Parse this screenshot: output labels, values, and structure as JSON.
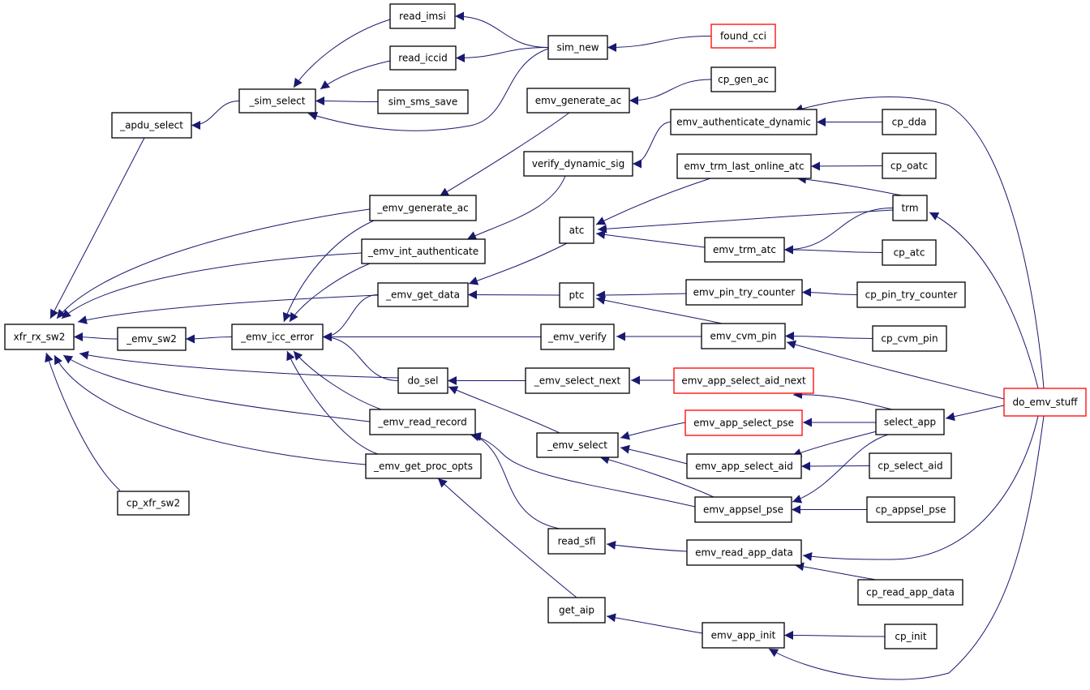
{
  "diagram": {
    "colors": {
      "edge": "#191970",
      "node_border": "#000000",
      "node_border_truncated": "#ff0000",
      "root_fill": "#bfbfbf",
      "node_fill": "#ffffff"
    },
    "root": "xfr_rx_sw2",
    "nodes": [
      {
        "id": "xfr_rx_sw2",
        "label": "xfr_rx_sw2",
        "root": true
      },
      {
        "id": "_apdu_select",
        "label": "_apdu_select"
      },
      {
        "id": "_emv_sw2",
        "label": "_emv_sw2"
      },
      {
        "id": "cp_xfr_sw2",
        "label": "cp_xfr_sw2"
      },
      {
        "id": "_sim_select",
        "label": "_sim_select"
      },
      {
        "id": "_emv_icc_error",
        "label": "_emv_icc_error"
      },
      {
        "id": "read_imsi",
        "label": "read_imsi"
      },
      {
        "id": "read_iccid",
        "label": "read_iccid"
      },
      {
        "id": "sim_sms_save",
        "label": "sim_sms_save"
      },
      {
        "id": "_emv_generate_ac",
        "label": "_emv_generate_ac"
      },
      {
        "id": "_emv_int_authenticate",
        "label": "_emv_int_authenticate"
      },
      {
        "id": "_emv_get_data",
        "label": "_emv_get_data"
      },
      {
        "id": "do_sel",
        "label": "do_sel"
      },
      {
        "id": "_emv_read_record",
        "label": "_emv_read_record"
      },
      {
        "id": "_emv_get_proc_opts",
        "label": "_emv_get_proc_opts"
      },
      {
        "id": "sim_new",
        "label": "sim_new"
      },
      {
        "id": "emv_generate_ac",
        "label": "emv_generate_ac"
      },
      {
        "id": "verify_dynamic_sig",
        "label": "verify_dynamic_sig"
      },
      {
        "id": "atc",
        "label": "atc"
      },
      {
        "id": "ptc",
        "label": "ptc"
      },
      {
        "id": "_emv_verify",
        "label": "_emv_verify"
      },
      {
        "id": "_emv_select_next",
        "label": "_emv_select_next"
      },
      {
        "id": "_emv_select",
        "label": "_emv_select"
      },
      {
        "id": "read_sfi",
        "label": "read_sfi"
      },
      {
        "id": "get_aip",
        "label": "get_aip"
      },
      {
        "id": "found_cci",
        "label": "found_cci",
        "truncated": true
      },
      {
        "id": "cp_gen_ac",
        "label": "cp_gen_ac"
      },
      {
        "id": "emv_authenticate_dynamic",
        "label": "emv_authenticate_dynamic"
      },
      {
        "id": "emv_trm_last_online_atc",
        "label": "emv_trm_last_online_atc"
      },
      {
        "id": "emv_trm_atc",
        "label": "emv_trm_atc"
      },
      {
        "id": "emv_pin_try_counter",
        "label": "emv_pin_try_counter"
      },
      {
        "id": "emv_cvm_pin",
        "label": "emv_cvm_pin"
      },
      {
        "id": "emv_app_select_aid_next",
        "label": "emv_app_select_aid_next",
        "truncated": true
      },
      {
        "id": "emv_app_select_pse",
        "label": "emv_app_select_pse",
        "truncated": true
      },
      {
        "id": "emv_app_select_aid",
        "label": "emv_app_select_aid"
      },
      {
        "id": "emv_appsel_pse",
        "label": "emv_appsel_pse"
      },
      {
        "id": "emv_read_app_data",
        "label": "emv_read_app_data"
      },
      {
        "id": "emv_app_init",
        "label": "emv_app_init"
      },
      {
        "id": "cp_dda",
        "label": "cp_dda"
      },
      {
        "id": "cp_oatc",
        "label": "cp_oatc"
      },
      {
        "id": "trm",
        "label": "trm"
      },
      {
        "id": "cp_atc",
        "label": "cp_atc"
      },
      {
        "id": "cp_pin_try_counter",
        "label": "cp_pin_try_counter"
      },
      {
        "id": "cp_cvm_pin",
        "label": "cp_cvm_pin"
      },
      {
        "id": "select_app",
        "label": "select_app"
      },
      {
        "id": "cp_select_aid",
        "label": "cp_select_aid"
      },
      {
        "id": "cp_appsel_pse",
        "label": "cp_appsel_pse"
      },
      {
        "id": "cp_read_app_data",
        "label": "cp_read_app_data"
      },
      {
        "id": "cp_init",
        "label": "cp_init"
      },
      {
        "id": "do_emv_stuff",
        "label": "do_emv_stuff",
        "truncated": true
      }
    ],
    "edges": [
      {
        "from": "_apdu_select",
        "to": "xfr_rx_sw2"
      },
      {
        "from": "_emv_sw2",
        "to": "xfr_rx_sw2"
      },
      {
        "from": "cp_xfr_sw2",
        "to": "xfr_rx_sw2"
      },
      {
        "from": "_emv_generate_ac",
        "to": "xfr_rx_sw2"
      },
      {
        "from": "_emv_int_authenticate",
        "to": "xfr_rx_sw2"
      },
      {
        "from": "_emv_get_data",
        "to": "xfr_rx_sw2"
      },
      {
        "from": "do_sel",
        "to": "xfr_rx_sw2"
      },
      {
        "from": "_emv_read_record",
        "to": "xfr_rx_sw2"
      },
      {
        "from": "_emv_get_proc_opts",
        "to": "xfr_rx_sw2"
      },
      {
        "from": "_sim_select",
        "to": "_apdu_select"
      },
      {
        "from": "_emv_icc_error",
        "to": "_emv_sw2"
      },
      {
        "from": "read_imsi",
        "to": "_sim_select"
      },
      {
        "from": "read_iccid",
        "to": "_sim_select"
      },
      {
        "from": "sim_sms_save",
        "to": "_sim_select"
      },
      {
        "from": "sim_new",
        "to": "_sim_select"
      },
      {
        "from": "_emv_generate_ac",
        "to": "_emv_icc_error"
      },
      {
        "from": "_emv_int_authenticate",
        "to": "_emv_icc_error"
      },
      {
        "from": "_emv_get_data",
        "to": "_emv_icc_error"
      },
      {
        "from": "_emv_verify",
        "to": "_emv_icc_error"
      },
      {
        "from": "do_sel",
        "to": "_emv_icc_error"
      },
      {
        "from": "_emv_read_record",
        "to": "_emv_icc_error"
      },
      {
        "from": "_emv_get_proc_opts",
        "to": "_emv_icc_error"
      },
      {
        "from": "sim_new",
        "to": "read_imsi"
      },
      {
        "from": "sim_new",
        "to": "read_iccid"
      },
      {
        "from": "found_cci",
        "to": "sim_new"
      },
      {
        "from": "emv_generate_ac",
        "to": "_emv_generate_ac"
      },
      {
        "from": "cp_gen_ac",
        "to": "emv_generate_ac"
      },
      {
        "from": "verify_dynamic_sig",
        "to": "_emv_int_authenticate"
      },
      {
        "from": "emv_authenticate_dynamic",
        "to": "verify_dynamic_sig"
      },
      {
        "from": "cp_dda",
        "to": "emv_authenticate_dynamic"
      },
      {
        "from": "do_emv_stuff",
        "to": "emv_authenticate_dynamic"
      },
      {
        "from": "atc",
        "to": "_emv_get_data"
      },
      {
        "from": "ptc",
        "to": "_emv_get_data"
      },
      {
        "from": "emv_trm_last_online_atc",
        "to": "atc"
      },
      {
        "from": "trm",
        "to": "atc"
      },
      {
        "from": "emv_trm_atc",
        "to": "atc"
      },
      {
        "from": "cp_oatc",
        "to": "emv_trm_last_online_atc"
      },
      {
        "from": "trm",
        "to": "emv_trm_last_online_atc"
      },
      {
        "from": "trm",
        "to": "emv_trm_atc"
      },
      {
        "from": "cp_atc",
        "to": "emv_trm_atc"
      },
      {
        "from": "do_emv_stuff",
        "to": "trm"
      },
      {
        "from": "emv_pin_try_counter",
        "to": "ptc"
      },
      {
        "from": "emv_cvm_pin",
        "to": "ptc"
      },
      {
        "from": "cp_pin_try_counter",
        "to": "emv_pin_try_counter"
      },
      {
        "from": "emv_cvm_pin",
        "to": "_emv_verify"
      },
      {
        "from": "cp_cvm_pin",
        "to": "emv_cvm_pin"
      },
      {
        "from": "do_emv_stuff",
        "to": "emv_cvm_pin"
      },
      {
        "from": "_emv_select_next",
        "to": "do_sel"
      },
      {
        "from": "_emv_select",
        "to": "do_sel"
      },
      {
        "from": "emv_app_select_aid_next",
        "to": "_emv_select_next"
      },
      {
        "from": "select_app",
        "to": "emv_app_select_aid_next"
      },
      {
        "from": "emv_app_select_pse",
        "to": "_emv_select"
      },
      {
        "from": "emv_app_select_aid",
        "to": "_emv_select"
      },
      {
        "from": "emv_appsel_pse",
        "to": "_emv_select"
      },
      {
        "from": "select_app",
        "to": "emv_app_select_pse"
      },
      {
        "from": "select_app",
        "to": "emv_app_select_aid"
      },
      {
        "from": "cp_select_aid",
        "to": "emv_app_select_aid"
      },
      {
        "from": "select_app",
        "to": "emv_appsel_pse"
      },
      {
        "from": "cp_appsel_pse",
        "to": "emv_appsel_pse"
      },
      {
        "from": "do_emv_stuff",
        "to": "select_app"
      },
      {
        "from": "read_sfi",
        "to": "_emv_read_record"
      },
      {
        "from": "emv_appsel_pse",
        "to": "_emv_read_record"
      },
      {
        "from": "emv_read_app_data",
        "to": "read_sfi"
      },
      {
        "from": "cp_read_app_data",
        "to": "emv_read_app_data"
      },
      {
        "from": "do_emv_stuff",
        "to": "emv_read_app_data"
      },
      {
        "from": "get_aip",
        "to": "_emv_get_proc_opts"
      },
      {
        "from": "emv_app_init",
        "to": "get_aip"
      },
      {
        "from": "cp_init",
        "to": "emv_app_init"
      },
      {
        "from": "do_emv_stuff",
        "to": "emv_app_init"
      }
    ]
  }
}
